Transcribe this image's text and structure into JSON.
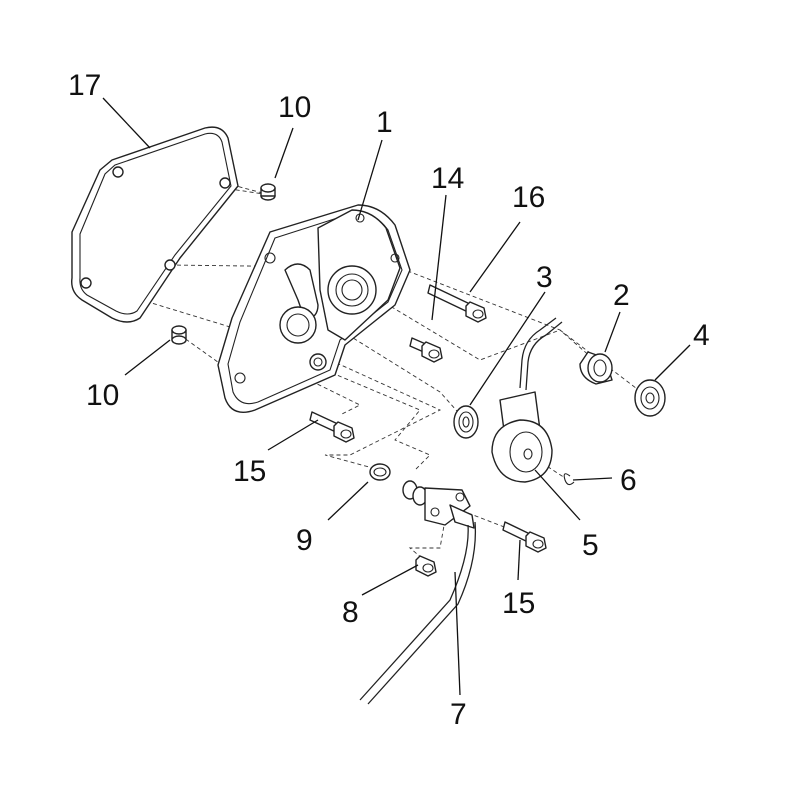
{
  "diagram": {
    "callouts": [
      {
        "id": "c17",
        "text": "17"
      },
      {
        "id": "c10a",
        "text": "10"
      },
      {
        "id": "c1",
        "text": "1"
      },
      {
        "id": "c14",
        "text": "14"
      },
      {
        "id": "c16",
        "text": "16"
      },
      {
        "id": "c3",
        "text": "3"
      },
      {
        "id": "c2",
        "text": "2"
      },
      {
        "id": "c4",
        "text": "4"
      },
      {
        "id": "c10b",
        "text": "10"
      },
      {
        "id": "c15a",
        "text": "15"
      },
      {
        "id": "c6",
        "text": "6"
      },
      {
        "id": "c9",
        "text": "9"
      },
      {
        "id": "c5",
        "text": "5"
      },
      {
        "id": "c15b",
        "text": "15"
      },
      {
        "id": "c8",
        "text": "8"
      },
      {
        "id": "c7",
        "text": "7"
      }
    ]
  }
}
